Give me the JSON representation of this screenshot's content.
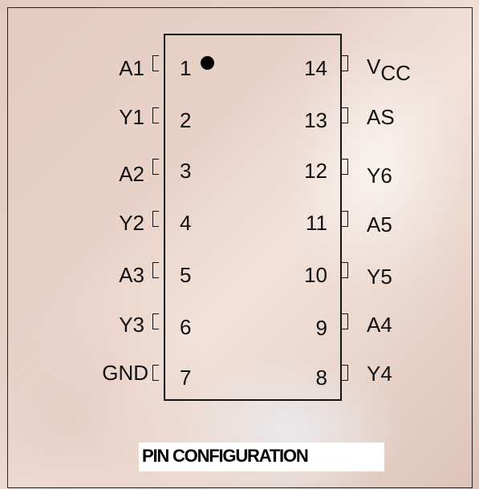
{
  "diagram": {
    "caption": "PIN CONFIGURATION",
    "left_pins": [
      {
        "number": "1",
        "signal": "A1"
      },
      {
        "number": "2",
        "signal": "Y1"
      },
      {
        "number": "3",
        "signal": "A2"
      },
      {
        "number": "4",
        "signal": "Y2"
      },
      {
        "number": "5",
        "signal": "A3"
      },
      {
        "number": "6",
        "signal": "Y3"
      },
      {
        "number": "7",
        "signal": "GND"
      }
    ],
    "right_pins": [
      {
        "number": "14",
        "signal": "V",
        "signal_subscript": "CC"
      },
      {
        "number": "13",
        "signal": "AS"
      },
      {
        "number": "12",
        "signal": "Y6"
      },
      {
        "number": "11",
        "signal": "A5"
      },
      {
        "number": "10",
        "signal": "Y5"
      },
      {
        "number": "9",
        "signal": "A4"
      },
      {
        "number": "8",
        "signal": "Y4"
      }
    ]
  }
}
